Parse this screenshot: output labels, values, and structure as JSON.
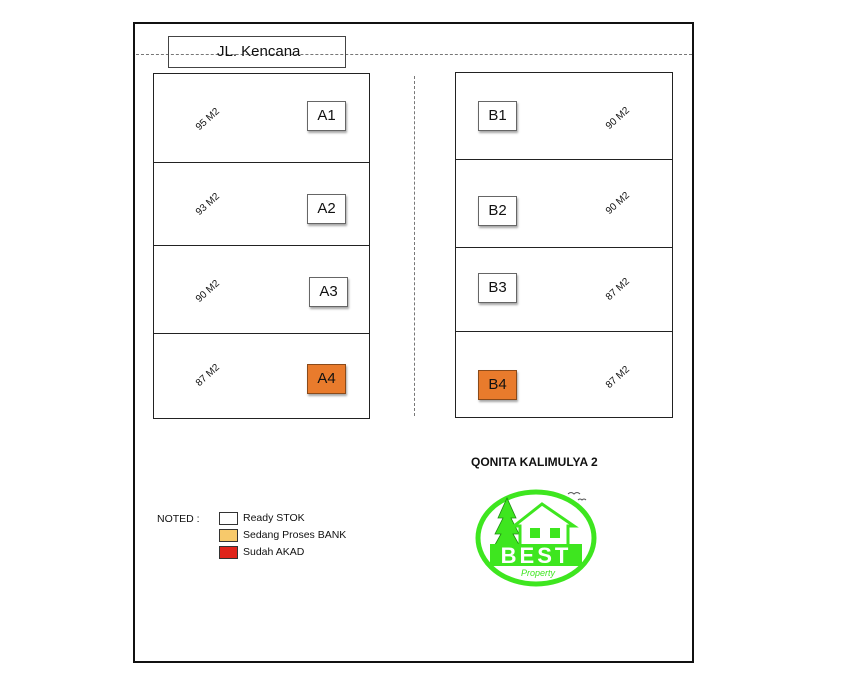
{
  "street": {
    "name": "JL. Kencana"
  },
  "blocks": {
    "a": [
      {
        "id": "A1",
        "area": "95 M2",
        "status": "ready"
      },
      {
        "id": "A2",
        "area": "93 M2",
        "status": "ready"
      },
      {
        "id": "A3",
        "area": "90 M2",
        "status": "ready"
      },
      {
        "id": "A4",
        "area": "87 M2",
        "status": "sold"
      }
    ],
    "b": [
      {
        "id": "B1",
        "area": "90 M2",
        "status": "ready"
      },
      {
        "id": "B2",
        "area": "90 M2",
        "status": "ready"
      },
      {
        "id": "B3",
        "area": "87 M2",
        "status": "ready"
      },
      {
        "id": "B4",
        "area": "87 M2",
        "status": "sold"
      }
    ]
  },
  "project": {
    "title": "QONITA KALIMULYA 2"
  },
  "legend": {
    "label": "NOTED :",
    "items": [
      {
        "text": "Ready STOK",
        "color": "#ffffff"
      },
      {
        "text": "Sedang Proses BANK",
        "color": "#f7c96b"
      },
      {
        "text": "Sudah AKAD",
        "color": "#e0241b"
      }
    ]
  },
  "logo": {
    "word": "BEST",
    "sub": "Property",
    "color": "#3ee61f"
  },
  "colors": {
    "sold_tag": "#e97b2c",
    "ready_tag": "#ffffff"
  }
}
